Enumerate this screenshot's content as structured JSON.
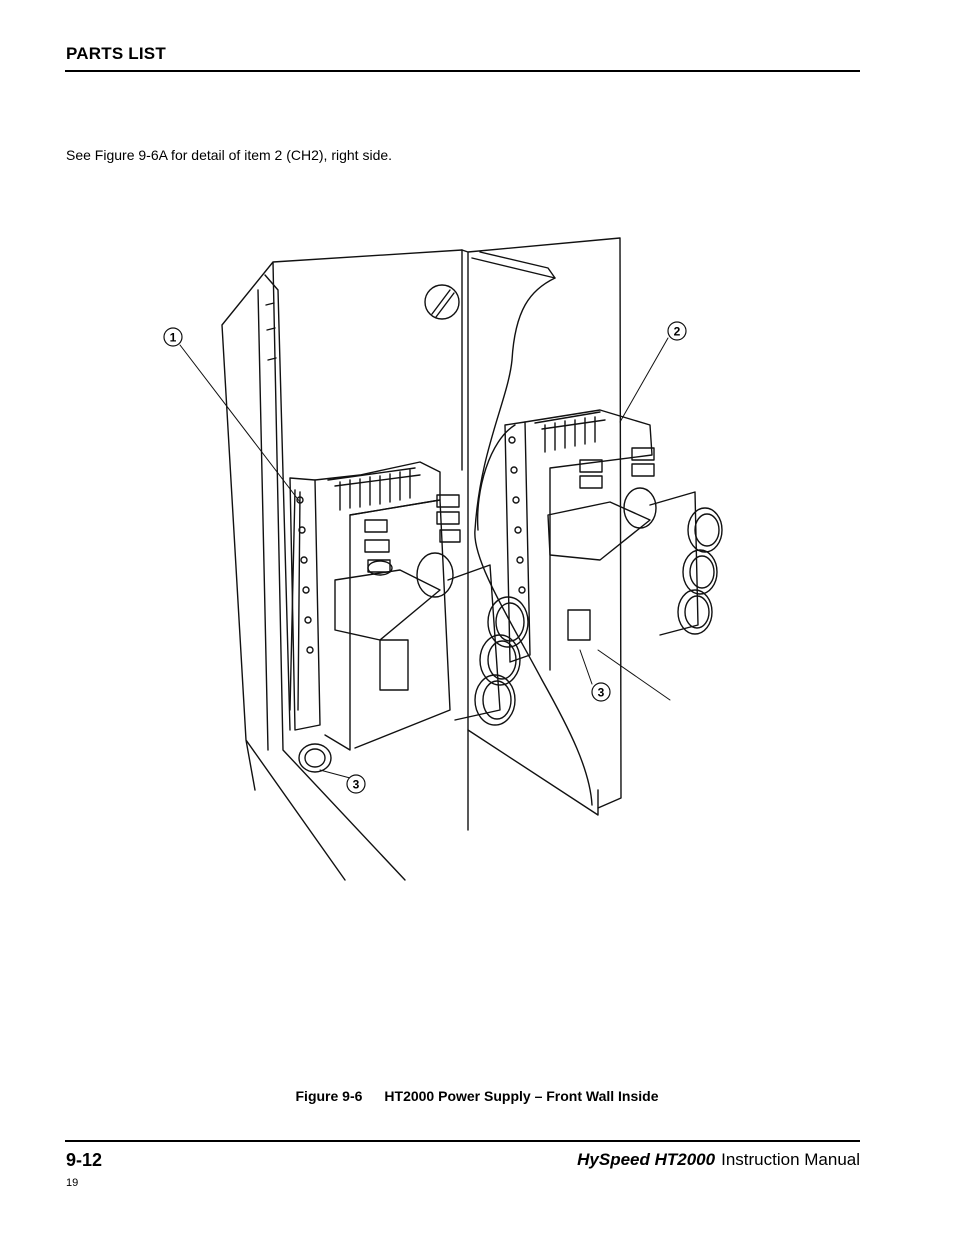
{
  "header": {
    "section_title": "PARTS LIST"
  },
  "intro": {
    "text": "See Figure 9-6A for detail of item 2 (CH2), right side."
  },
  "figure": {
    "callouts": [
      "1",
      "2",
      "3",
      "3"
    ],
    "caption_number": "Figure 9-6",
    "caption_title": "HT2000 Power Supply – Front Wall Inside"
  },
  "footer": {
    "page_number": "9-12",
    "page_index": "19",
    "brand": "HySpeed HT2000",
    "manual_label": "Instruction Manual"
  }
}
